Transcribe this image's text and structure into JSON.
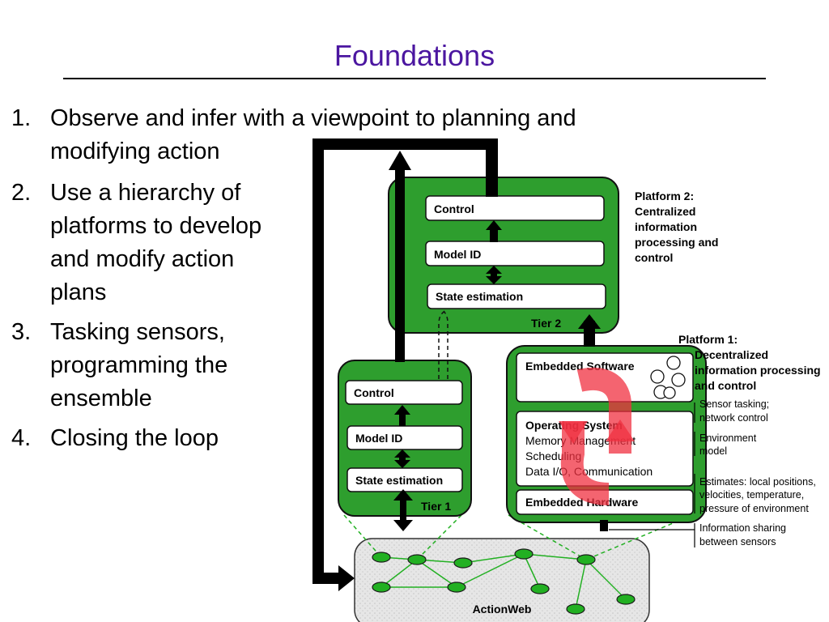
{
  "title": "Foundations",
  "bullets": [
    {
      "num": "1.",
      "lines": [
        "Observe and infer with a viewpoint to planning and",
        "modifying action"
      ]
    },
    {
      "num": "2.",
      "lines": [
        "Use a hierarchy of",
        "platforms to develop",
        "and modify action",
        "plans"
      ]
    },
    {
      "num": "3.",
      "lines": [
        "Tasking sensors,",
        "programming the",
        "ensemble"
      ]
    },
    {
      "num": "4.",
      "lines": [
        "Closing the loop"
      ]
    }
  ],
  "tier2": {
    "boxes": [
      "Control",
      "Model ID",
      "State estimation"
    ],
    "label": "Tier 2"
  },
  "tier1": {
    "boxes": [
      "Control",
      "Model ID",
      "State estimation"
    ],
    "label": "Tier 1"
  },
  "platform2": [
    "Platform 2:",
    "Centralized",
    "information",
    "processing and",
    "control"
  ],
  "platform1": [
    "Platform 1:",
    "Decentralized",
    "information processing",
    "and control"
  ],
  "embedded": {
    "software": "Embedded Software",
    "os_title": "Operating System",
    "os_lines": [
      "Memory Management",
      "Scheduling",
      "Data I/O, Communication"
    ],
    "hardware": "Embedded Hardware"
  },
  "annotations": [
    [
      "Sensor tasking;",
      "network control"
    ],
    [
      "Environment",
      "model"
    ],
    [
      "Estimates: local positions,",
      "velocities, temperature,",
      "pressure of environment"
    ],
    [
      "Information sharing",
      "between sensors"
    ]
  ],
  "actionweb_label": "ActionWeb",
  "colors": {
    "title": "#4b16a0",
    "tier_green": "#2e9e2e",
    "node_green": "#22b022",
    "loop_red": "#f03040",
    "web_bg": "#e4e4e4"
  }
}
